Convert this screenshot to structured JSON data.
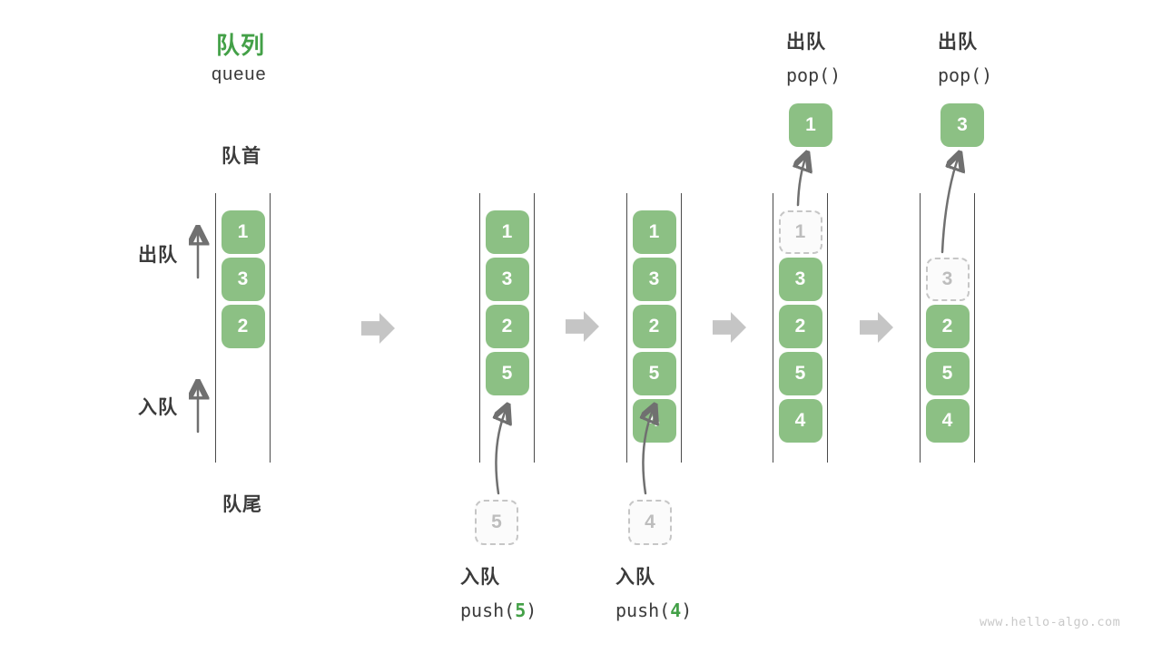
{
  "header": {
    "title_zh": "队列",
    "title_en": "queue"
  },
  "labels": {
    "front": "队首",
    "rear": "队尾",
    "dequeue_side": "出队",
    "enqueue_side": "入队"
  },
  "colors": {
    "box_green": "#8cc084",
    "accent_green": "#43a047",
    "dark_text": "#3b3b3b",
    "dashed_gray": "#c6c6c6",
    "muted_text": "#bdbdbd",
    "flow_arrow_gray": "#c5c5c5",
    "thin_arrow_gray": "#707070"
  },
  "states": [
    {
      "cells": [
        {
          "value": "1",
          "state": "filled"
        },
        {
          "value": "3",
          "state": "filled"
        },
        {
          "value": "2",
          "state": "filled"
        }
      ]
    },
    {
      "cells": [
        {
          "value": "1",
          "state": "filled"
        },
        {
          "value": "3",
          "state": "filled"
        },
        {
          "value": "2",
          "state": "filled"
        },
        {
          "value": "5",
          "state": "filled"
        }
      ]
    },
    {
      "cells": [
        {
          "value": "1",
          "state": "filled"
        },
        {
          "value": "3",
          "state": "filled"
        },
        {
          "value": "2",
          "state": "filled"
        },
        {
          "value": "5",
          "state": "filled"
        },
        {
          "value": "4",
          "state": "filled"
        }
      ]
    },
    {
      "cells": [
        {
          "value": "1",
          "state": "dashed"
        },
        {
          "value": "3",
          "state": "filled"
        },
        {
          "value": "2",
          "state": "filled"
        },
        {
          "value": "5",
          "state": "filled"
        },
        {
          "value": "4",
          "state": "filled"
        }
      ]
    },
    {
      "cells": [
        {
          "value": "3",
          "state": "dashed"
        },
        {
          "value": "2",
          "state": "filled"
        },
        {
          "value": "5",
          "state": "filled"
        },
        {
          "value": "4",
          "state": "filled"
        }
      ]
    }
  ],
  "operations": {
    "push5": {
      "label": "入队",
      "fn_open": "push(",
      "arg": "5",
      "fn_close": ")",
      "staged": "5"
    },
    "push4": {
      "label": "入队",
      "fn_open": "push(",
      "arg": "4",
      "fn_close": ")",
      "staged": "4"
    },
    "pop1": {
      "label": "出队",
      "fn": "pop()",
      "popped": "1"
    },
    "pop3": {
      "label": "出队",
      "fn": "pop()",
      "popped": "3"
    }
  },
  "watermark": "www.hello-algo.com"
}
